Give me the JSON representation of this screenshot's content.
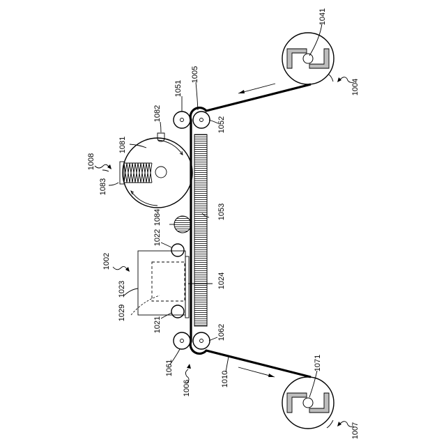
{
  "labels": {
    "l1041": "1041",
    "l1004": "1004",
    "l1005": "1005",
    "l1051": "1051",
    "l1052": "1052",
    "l1082": "1082",
    "l1081": "1081",
    "l1008": "1008",
    "l1083": "1083",
    "l1084": "1084",
    "l1053": "1053",
    "l1022": "1022",
    "l1002": "1002",
    "l1023": "1023",
    "l1024": "1024",
    "l1029": "1029",
    "l1021": "1021",
    "l1062": "1062",
    "l1061": "1061",
    "l1006": "1006",
    "l1010": "1010",
    "l1071": "1071",
    "l1007": "1007"
  }
}
